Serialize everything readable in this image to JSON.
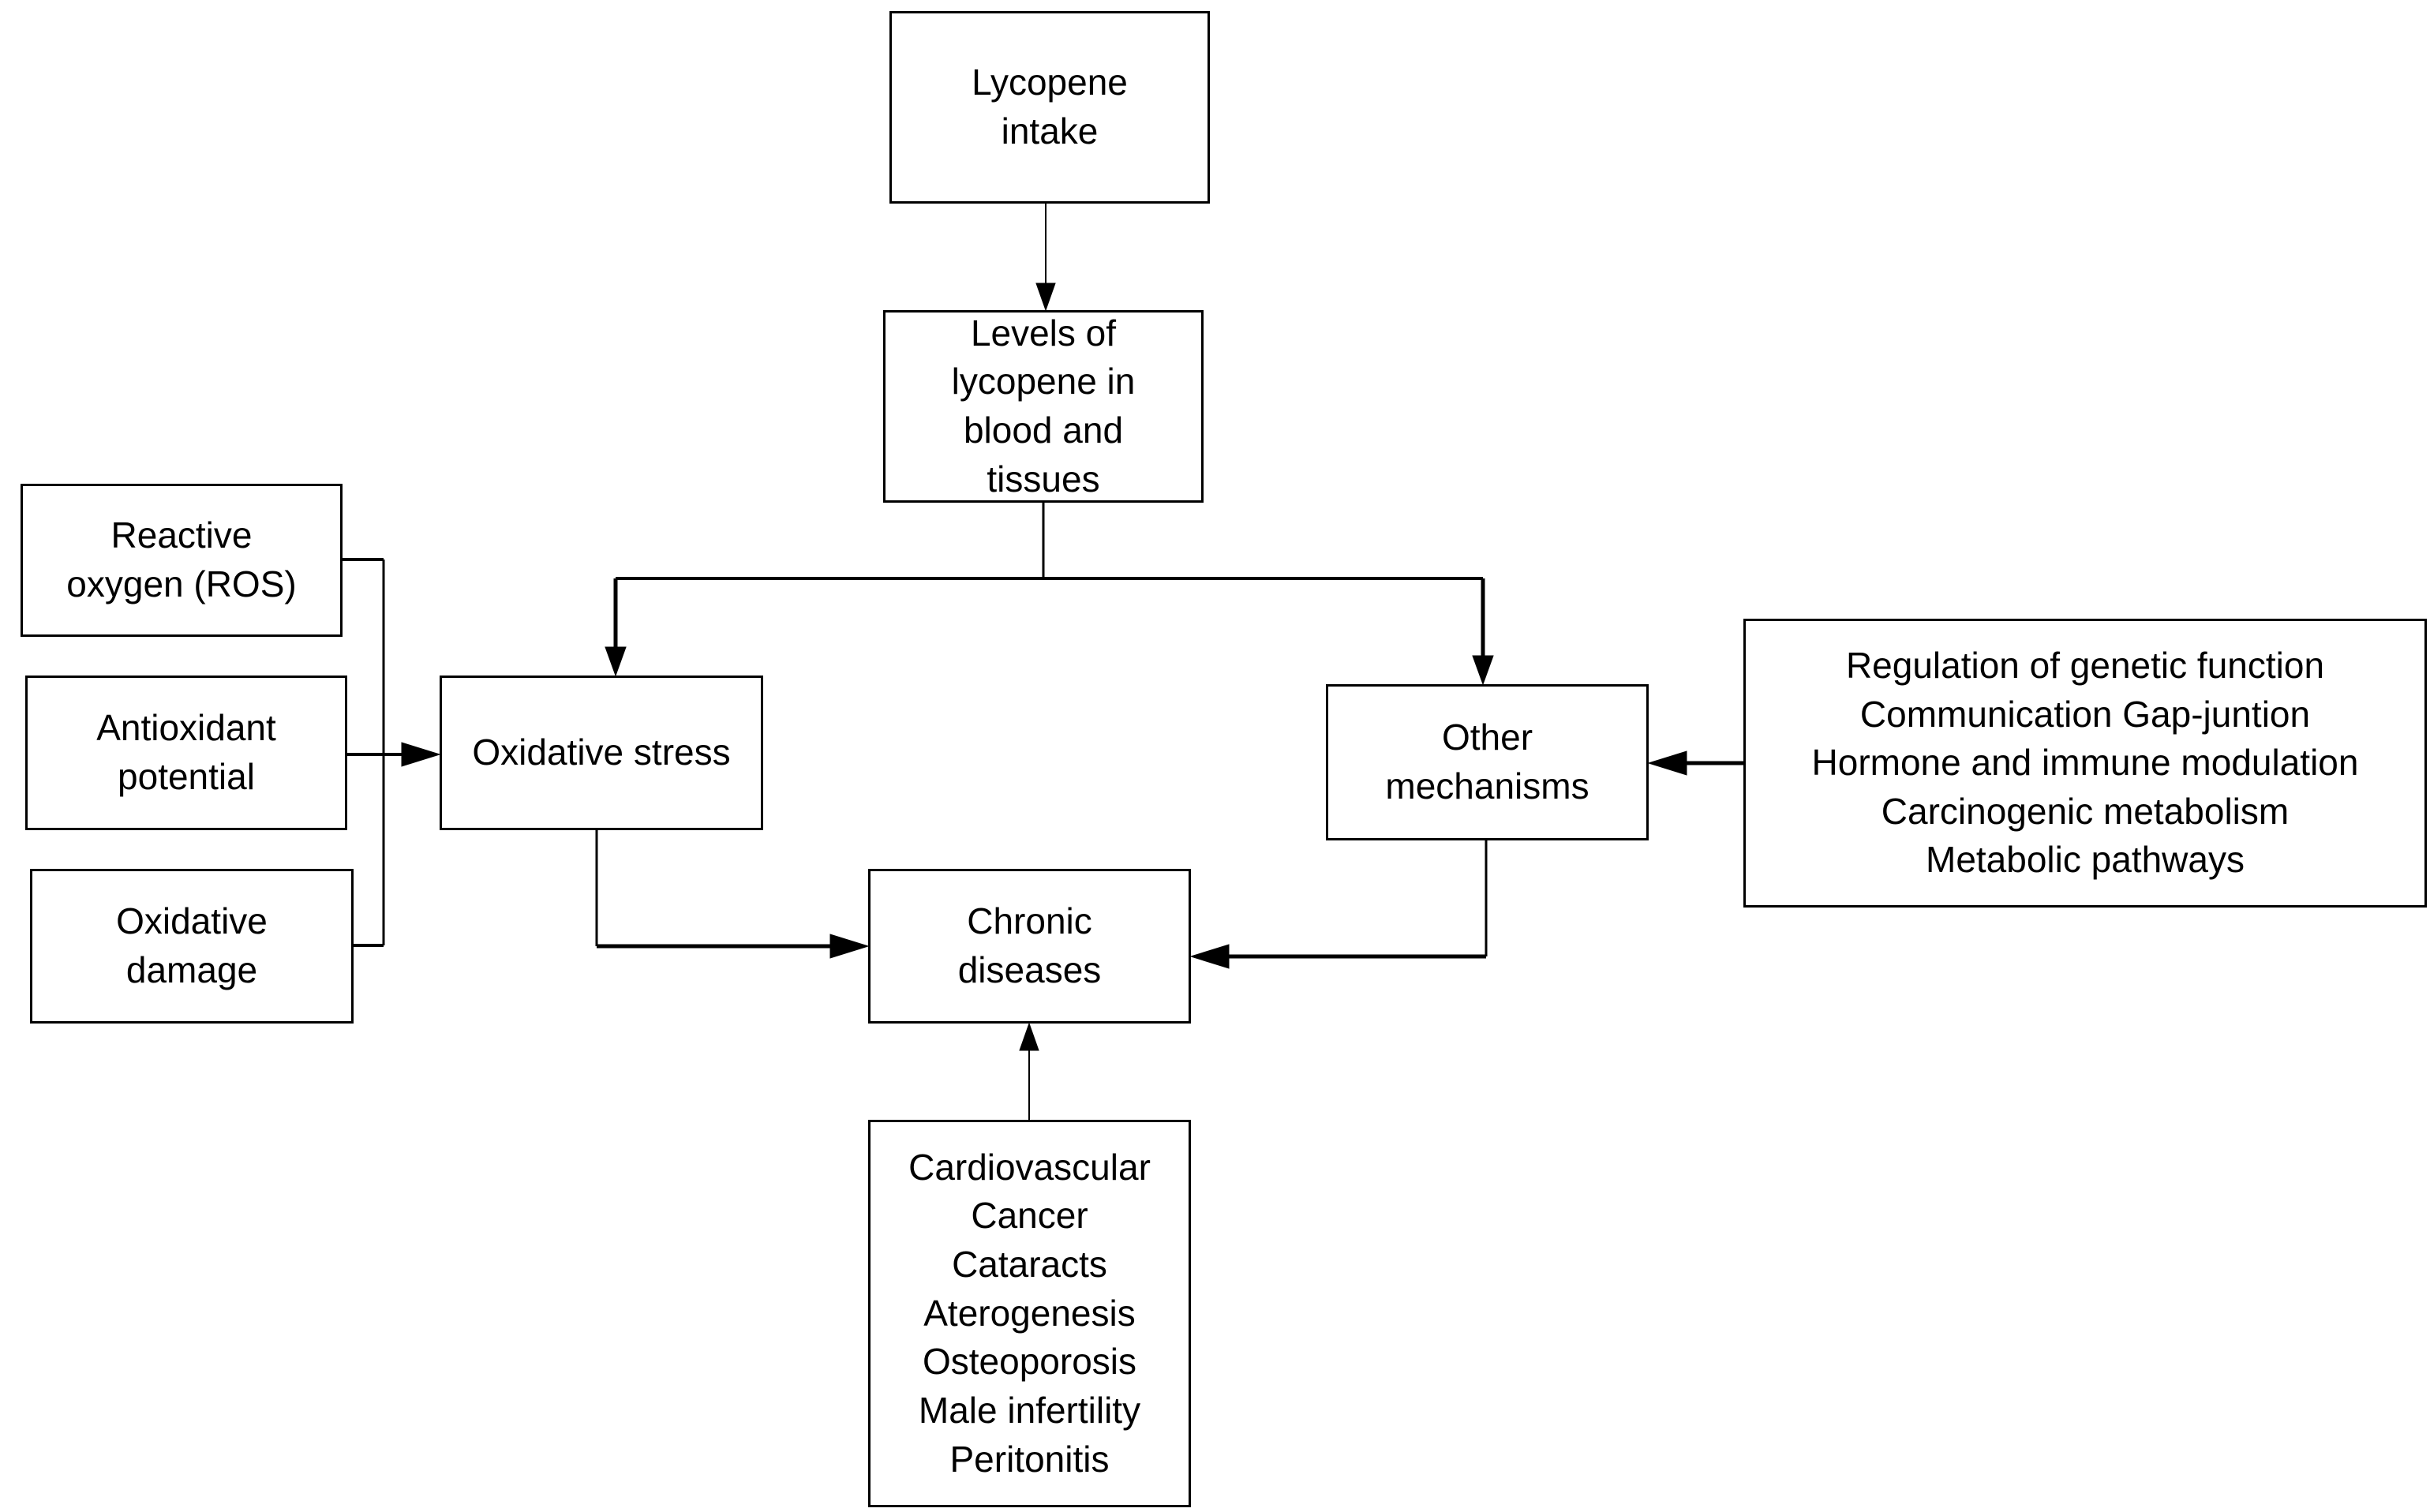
{
  "colors": {
    "line": "#000000",
    "background": "#ffffff",
    "text": "#000000"
  },
  "nodes": {
    "lycopene_intake": [
      "Lycopene",
      "intake"
    ],
    "levels": [
      "Levels of",
      "lycopene in",
      "blood and",
      "tissues"
    ],
    "ros": [
      "Reactive",
      "oxygen (ROS)"
    ],
    "antioxidant": [
      "Antioxidant",
      "potential"
    ],
    "oxidative_damage": [
      "Oxidative",
      "damage"
    ],
    "oxidative_stress": [
      "Oxidative stress"
    ],
    "other_mechanisms": [
      "Other",
      "mechanisms"
    ],
    "mechanisms_list": [
      "Regulation of genetic function",
      "Communication Gap-juntion",
      "Hormone and immune modulation",
      "Carcinogenic metabolism",
      "Metabolic pathways"
    ],
    "chronic_diseases": [
      "Chronic",
      "diseases"
    ],
    "diseases_list": [
      "Cardiovascular",
      "Cancer",
      "Cataracts",
      "Aterogenesis",
      "Osteoporosis",
      "Male infertility",
      "Peritonitis"
    ]
  }
}
